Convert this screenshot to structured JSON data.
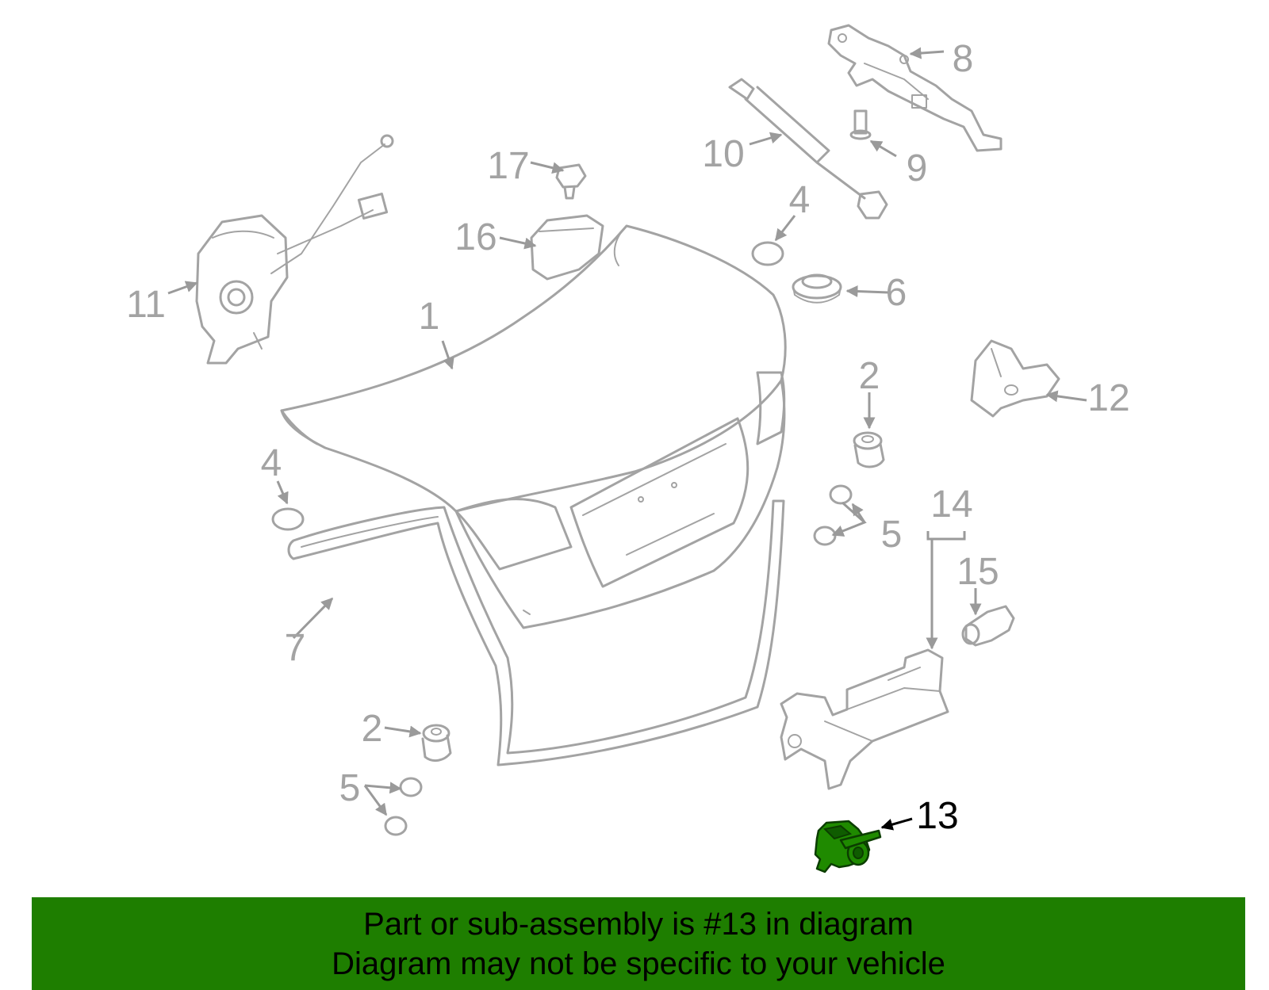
{
  "diagram": {
    "callouts": [
      "1",
      "2",
      "2",
      "4",
      "4",
      "5",
      "5",
      "6",
      "7",
      "8",
      "9",
      "10",
      "11",
      "12",
      "13",
      "14",
      "15",
      "16",
      "17"
    ],
    "highlighted_part": "13",
    "colors": {
      "part_lines": "#a3a3a3",
      "highlight": "#1f8a00",
      "banner": "#1e7e00",
      "text": "#000000"
    }
  },
  "banner": {
    "line1": "Part or sub-assembly is #13 in diagram",
    "line2": "Diagram may not be specific to your vehicle"
  }
}
